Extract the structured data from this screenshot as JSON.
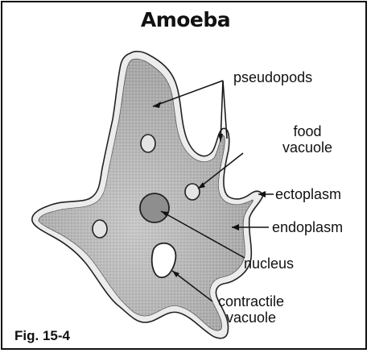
{
  "title": "Amoeba",
  "figure_label": "Fig. 15-4",
  "labels": {
    "pseudopods": "pseudopods",
    "food_vacuole_line1": "food",
    "food_vacuole_line2": "vacuole",
    "ectoplasm": "ectoplasm",
    "endoplasm": "endoplasm",
    "nucleus": "nucleus",
    "contractile_vacuole_line1": "contractile",
    "contractile_vacuole_line2": "vacuole"
  },
  "colors": {
    "body_fill": "#a6a6a6",
    "ectoplasm_fill": "#ececec",
    "outline": "#222222",
    "vacuole_fill": "#e4e4e4",
    "contractile_fill": "#ffffff"
  }
}
